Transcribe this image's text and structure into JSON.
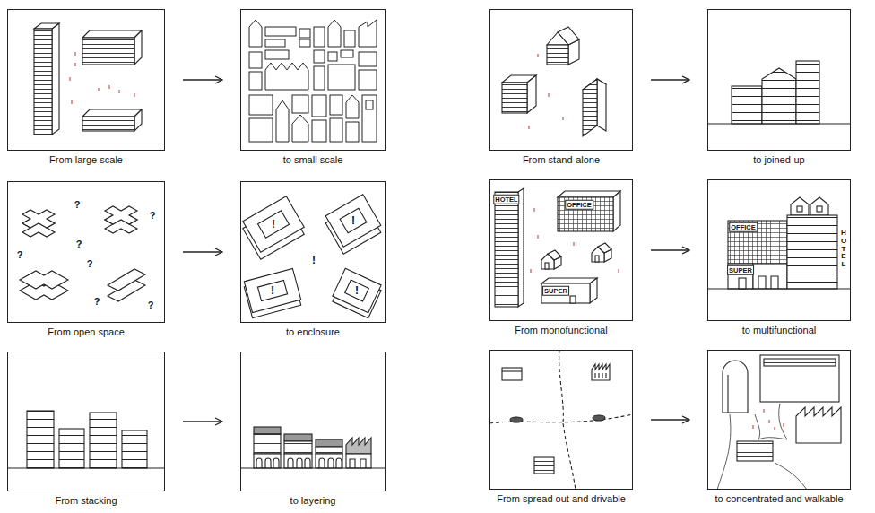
{
  "diagram": {
    "nodes": [
      {
        "text": [
          "From large scale"
        ]
      },
      {
        "text": [
          "to small scale"
        ]
      },
      {
        "text": [
          "From stand-alone"
        ]
      },
      {
        "text": [
          "to joined-up"
        ]
      },
      {
        "text": [
          "From open space"
        ]
      },
      {
        "text": [
          "to enclosure"
        ]
      },
      {
        "text": [
          "From monofunctional"
        ]
      },
      {
        "text": [
          "to multifunctional"
        ]
      },
      {
        "text": [
          "From stacking"
        ]
      },
      {
        "text": [
          "to layering"
        ]
      },
      {
        "text": [
          "From spread out and drivable"
        ]
      },
      {
        "text": [
          "to concentrated and walkable"
        ]
      }
    ],
    "edges": [
      {
        "from": 0,
        "to": 1,
        "arrow": "to"
      },
      {
        "from": 2,
        "to": 3,
        "arrow": "to"
      },
      {
        "from": 4,
        "to": 5,
        "arrow": "to"
      },
      {
        "from": 6,
        "to": 7,
        "arrow": "to"
      },
      {
        "from": 8,
        "to": 9,
        "arrow": "to"
      },
      {
        "from": 10,
        "to": 11,
        "arrow": "to"
      }
    ],
    "labels": [
      "?",
      "?",
      "?",
      "?",
      "?",
      "?",
      "?",
      "!",
      "!",
      "!",
      "!",
      "!",
      "HOTEL",
      "OFFICE",
      "SUPER",
      "OFFICE",
      "SUPER",
      "HOTEL"
    ]
  }
}
